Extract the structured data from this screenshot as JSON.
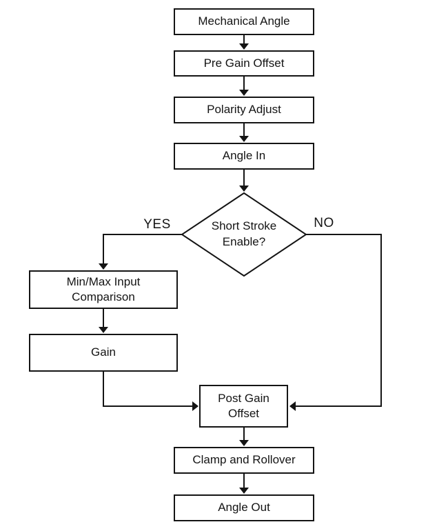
{
  "flowchart": {
    "nodes": [
      {
        "id": "mechanical-angle",
        "label": "Mechanical Angle"
      },
      {
        "id": "pre-gain-offset",
        "label": "Pre Gain Offset"
      },
      {
        "id": "polarity-adjust",
        "label": "Polarity Adjust"
      },
      {
        "id": "angle-in",
        "label": "Angle In"
      },
      {
        "id": "short-stroke-enable",
        "label": "Short Stroke Enable?"
      },
      {
        "id": "min-max-input-comparison",
        "label": "Min/Max Input Comparison"
      },
      {
        "id": "gain",
        "label": "Gain"
      },
      {
        "id": "post-gain-offset",
        "label": "Post Gain Offset"
      },
      {
        "id": "clamp-and-rollover",
        "label": "Clamp and Rollover"
      },
      {
        "id": "angle-out",
        "label": "Angle Out"
      }
    ],
    "branch_labels": {
      "yes": "YES",
      "no": "NO"
    },
    "colors": {
      "ink": "#141414",
      "background": "#ffffff"
    }
  }
}
